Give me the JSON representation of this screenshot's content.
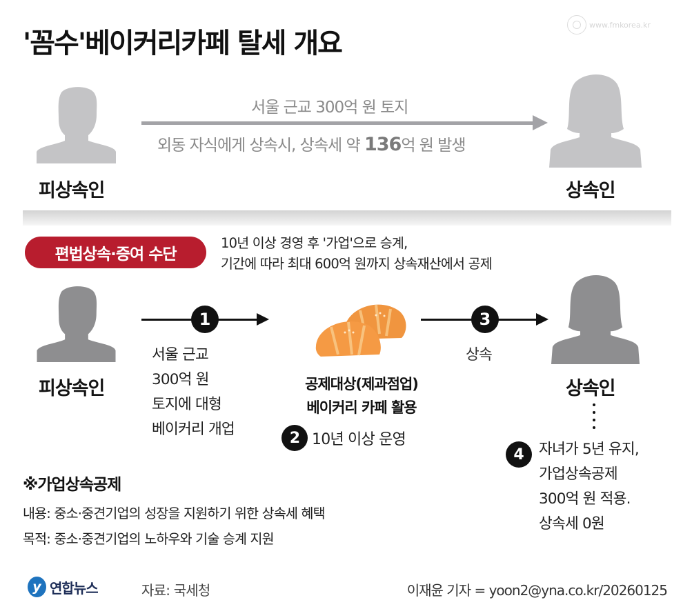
{
  "header": {
    "title": "'꼼수'베이커리카페 탈세 개요",
    "watermark": "www.fmkorea.kr"
  },
  "top_section": {
    "left_person_label": "피상속인",
    "right_person_label": "상속인",
    "arrow_text_above": "서울 근교 300억 원 토지",
    "arrow_text_below_prefix": "외동 자식에게 상속시, 상속세 약 ",
    "arrow_text_below_bold": "136",
    "arrow_text_below_suffix": "억 원 발생",
    "arrow_color": "#a3a3a7",
    "silhouette_color": "#c4c4c6"
  },
  "method_section": {
    "pill_label": "편법상속·증여 수단",
    "pill_color": "#b81d2e",
    "description_line1": "10년 이상 경영 후 '가업'으로 승계,",
    "description_line2": "기간에 따라 최대 600억 원까지 상속재산에서 공제",
    "left_person_label": "피상속인",
    "right_person_label": "상속인",
    "silhouette_color": "#8e8e90",
    "steps": [
      {
        "number": "1",
        "lines": [
          "서울 근교",
          "300억 원",
          "토지에 대형",
          "베이커리 개업"
        ]
      },
      {
        "number": "2",
        "text": "10년 이상  운영"
      },
      {
        "number": "3",
        "text": "상속"
      },
      {
        "number": "4",
        "lines": [
          "자녀가 5년 유지,",
          "가업상속공제",
          "300억 원 적용.",
          "상속세 0원"
        ]
      }
    ],
    "center_icon": "croissant-icon",
    "center_title_line1": "공제대상(제과점업)",
    "center_title_line2": "베이커리 카페 활용"
  },
  "note": {
    "title": "※가업상속공제",
    "line1": "내용: 중소·중견기업의 성장을 지원하기 위한 상속세 혜택",
    "line2": "목적: 중소·중견기업의 노하우와 기술 승계 지원"
  },
  "footer": {
    "logo_mark": "y",
    "logo_text": "연합뉴스",
    "source": "자료: 국세청",
    "credit": "이재윤 기자 = yoon2@yna.co.kr/20260125"
  }
}
